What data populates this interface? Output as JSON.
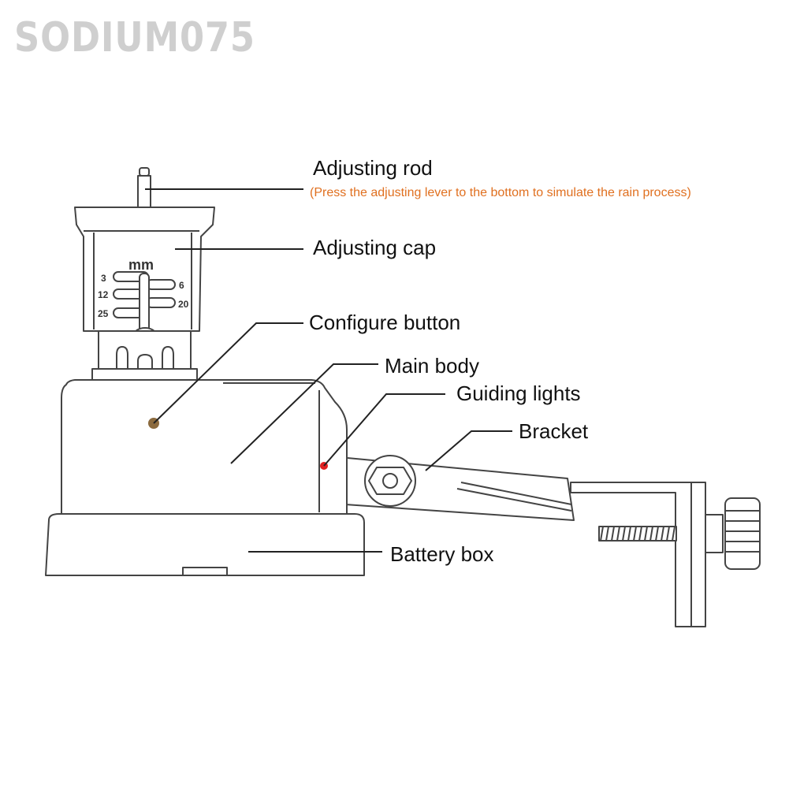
{
  "watermark": "SODIUM075",
  "colors": {
    "line": "#444444",
    "note": "#e07020",
    "button_dot": "#8b6a3e",
    "light_dot": "#e02020"
  },
  "labels": {
    "adjusting_rod": "Adjusting rod",
    "adjusting_rod_note": "(Press the adjusting lever to the bottom to simulate the rain process)",
    "adjusting_cap": "Adjusting cap",
    "configure_button": "Configure button",
    "main_body": "Main body",
    "guiding_lights": "Guiding lights",
    "bracket": "Bracket",
    "battery_box": "Battery box"
  },
  "scale": {
    "unit": "mm",
    "left": [
      "3",
      "12",
      "25"
    ],
    "right": [
      "6",
      "20"
    ]
  }
}
